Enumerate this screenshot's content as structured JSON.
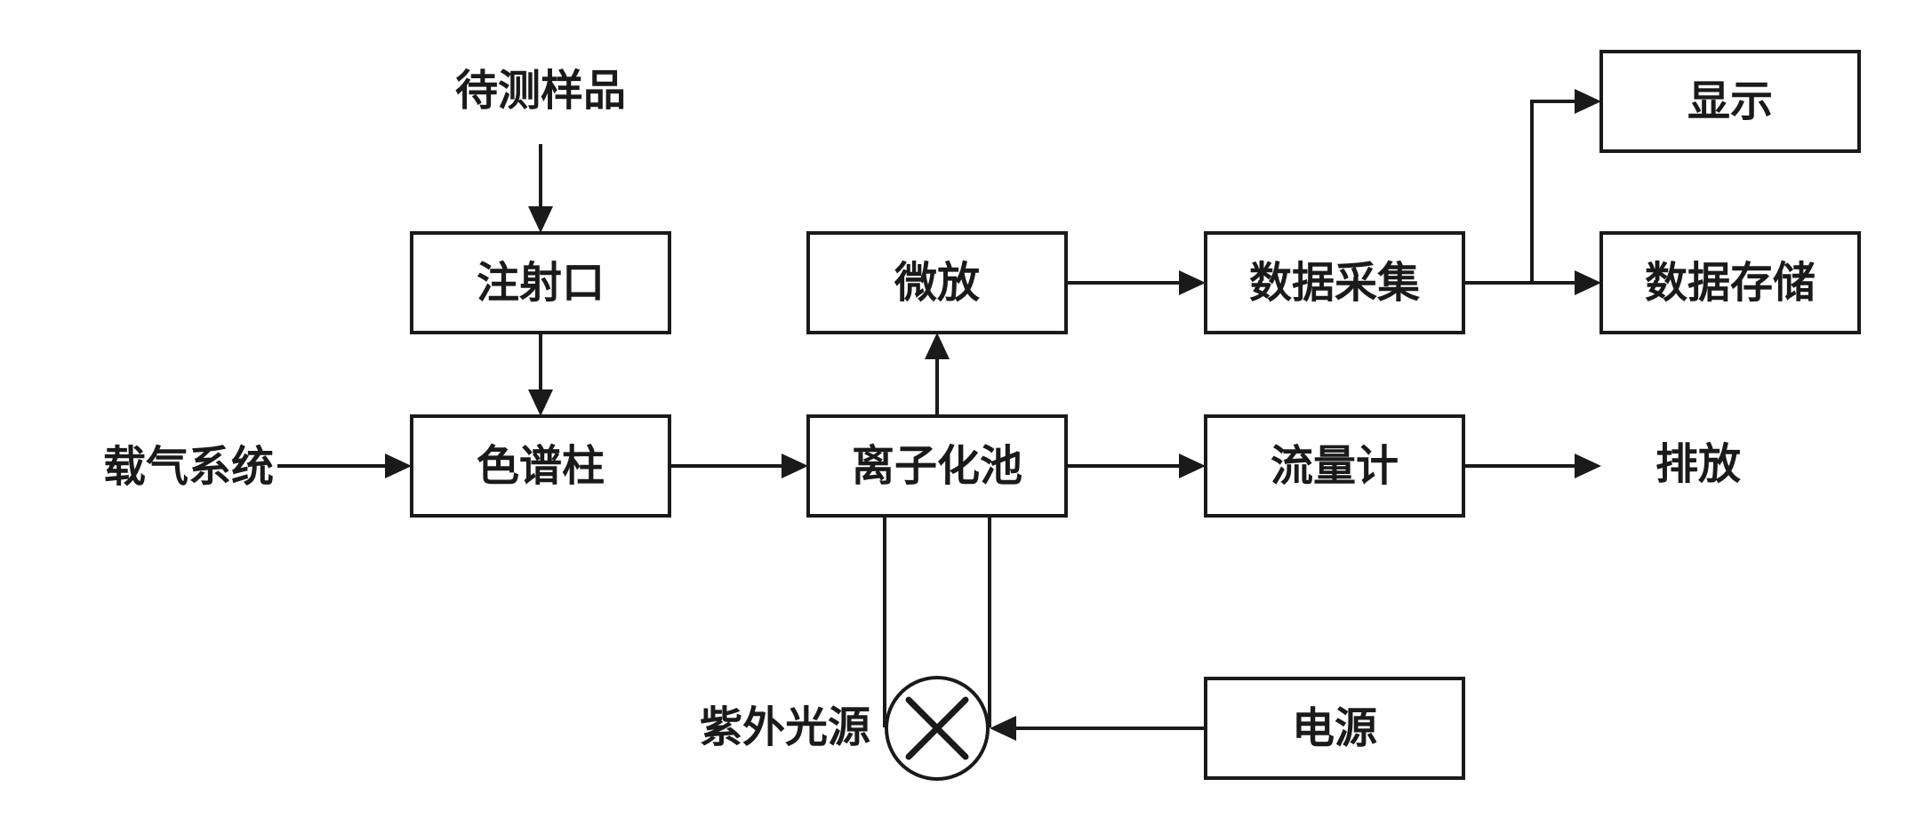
{
  "inputs": {
    "sample": "待测样品",
    "carrier_gas": "载气系统"
  },
  "boxes": {
    "injection_port": "注射口",
    "column": "色谱柱",
    "amplifier": "微放",
    "ionization_chamber": "离子化池",
    "data_acquisition": "数据采集",
    "flow_meter": "流量计",
    "display": "显示",
    "data_storage": "数据存储",
    "power_supply": "电源"
  },
  "outputs": {
    "exhaust": "排放"
  },
  "uv_lamp": {
    "label": "紫外光源",
    "icon": "lamp-cross-icon"
  }
}
